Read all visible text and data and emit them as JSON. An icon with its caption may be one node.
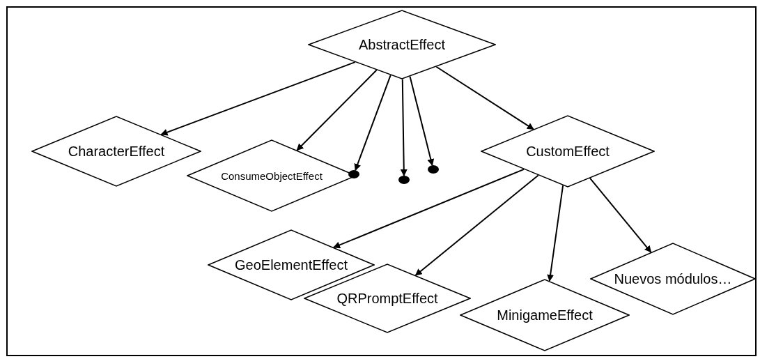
{
  "diagram": {
    "nodes": [
      {
        "text": [
          "AbstractEffect"
        ]
      },
      {
        "text": [
          "CharacterEffect"
        ]
      },
      {
        "text": [
          "ConsumeObjectEffect"
        ]
      },
      {
        "text": [],
        "shape": "circle"
      },
      {
        "text": [],
        "shape": "circle"
      },
      {
        "text": [],
        "shape": "circle"
      },
      {
        "text": [
          "CustomEffect"
        ]
      },
      {
        "text": [
          "GeoElementEffect"
        ]
      },
      {
        "text": [
          "QRPromptEffect"
        ]
      },
      {
        "text": [
          "MinigameEffect"
        ]
      },
      {
        "text": [
          "Nuevos módulos…"
        ]
      }
    ],
    "edges": [
      {
        "from": 0,
        "to": 1,
        "arrow": "to"
      },
      {
        "from": 0,
        "to": 2,
        "arrow": "to"
      },
      {
        "from": 0,
        "to": 3,
        "arrow": "to"
      },
      {
        "from": 0,
        "to": 4,
        "arrow": "to"
      },
      {
        "from": 0,
        "to": 5,
        "arrow": "to"
      },
      {
        "from": 0,
        "to": 6,
        "arrow": "to"
      },
      {
        "from": 6,
        "to": 7,
        "arrow": "to"
      },
      {
        "from": 6,
        "to": 8,
        "arrow": "to"
      },
      {
        "from": 6,
        "to": 9,
        "arrow": "to"
      },
      {
        "from": 6,
        "to": 10,
        "arrow": "to"
      }
    ]
  }
}
